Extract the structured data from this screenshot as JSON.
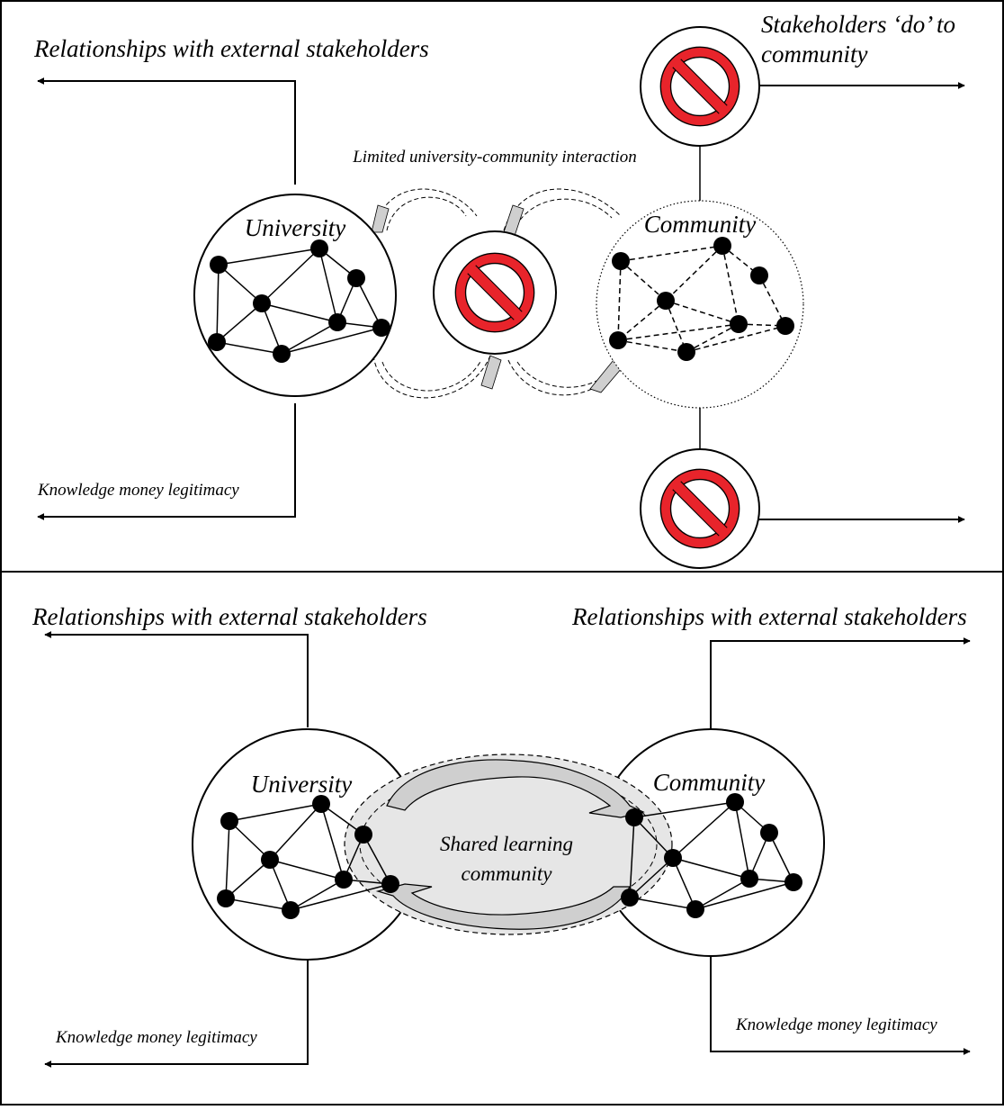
{
  "top_panel": {
    "left_header": "Relationships with external stakeholders",
    "right_header_line1": "Stakeholders ‘do’ to",
    "right_header_line2": "community",
    "middle_caption": "Limited university-community interaction",
    "left_footer": "Knowledge money legitimacy",
    "university_label": "University",
    "community_label": "Community"
  },
  "bottom_panel": {
    "left_header": "Relationships with external stakeholders",
    "right_header": "Relationships with external stakeholders",
    "left_footer": "Knowledge money legitimacy",
    "right_footer": "Knowledge money legitimacy",
    "university_label": "University",
    "community_label": "Community",
    "shared_line1": "Shared learning",
    "shared_line2": "community"
  },
  "icons": {
    "prohibition_color": "#e8242b",
    "shared_fill": "#e6e6e6",
    "arc_fill": "#cfcfcf"
  }
}
